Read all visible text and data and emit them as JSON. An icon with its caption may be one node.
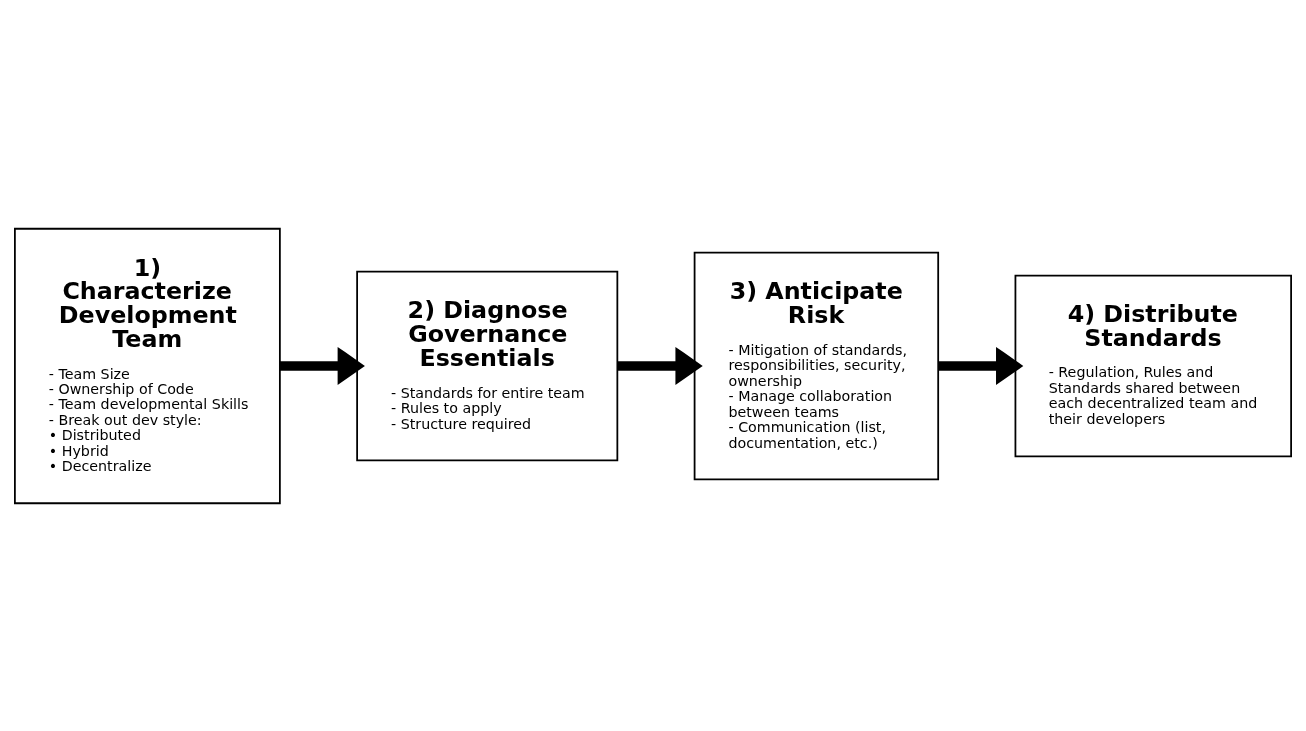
{
  "diagram": {
    "nodes": [
      {
        "text": [
          "1) Characterize Development Team",
          "- Team Size",
          "- Ownership of Code",
          "- Team developmental Skills",
          "- Break out dev style:",
          "• Distributed",
          "• Hybrid",
          "• Decentralize"
        ]
      },
      {
        "text": [
          "2) Diagnose Governance Essentials",
          "- Standards for entire team",
          "- Rules to apply",
          "- Structure required"
        ]
      },
      {
        "text": [
          "3) Anticipate Risk",
          "- Mitigation of standards, responsibilities, security, ownership",
          "- Manage collaboration between teams",
          "- Communication (list, documentation, etc.)"
        ]
      },
      {
        "text": [
          "4) Distribute Standards",
          "- Regulation, Rules and Standards shared between each decentralized team and their developers"
        ]
      }
    ],
    "edges": [
      {
        "from": 0,
        "to": 1,
        "arrow": "to"
      },
      {
        "from": 1,
        "to": 2,
        "arrow": "to"
      },
      {
        "from": 2,
        "to": 3,
        "arrow": "to"
      }
    ]
  }
}
